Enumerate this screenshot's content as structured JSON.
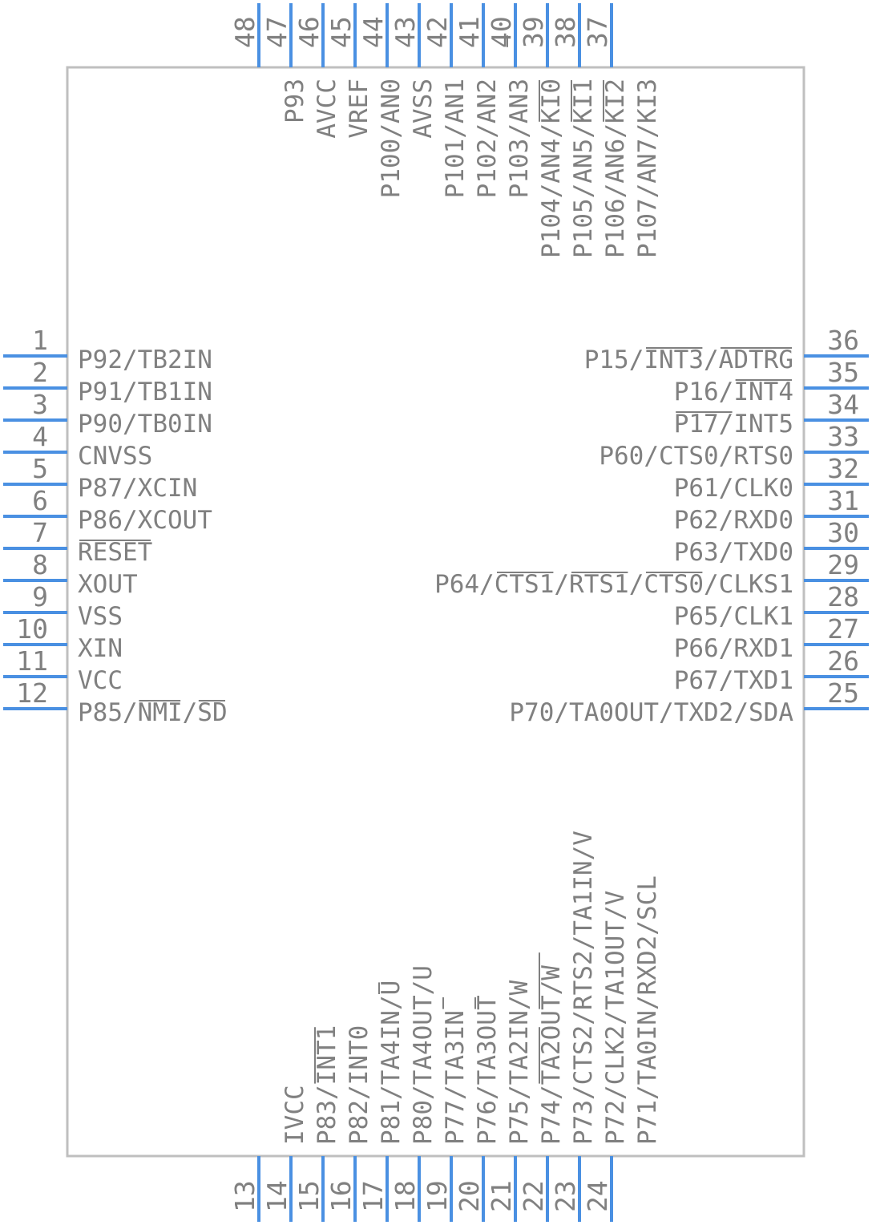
{
  "colors": {
    "pin": "#4a90e2",
    "outline": "#bfbfbf",
    "text": "#808080",
    "background": "#ffffff"
  },
  "pins": {
    "left": [
      {
        "num": "1",
        "label": "P92/TB2IN"
      },
      {
        "num": "2",
        "label": "P91/TB1IN"
      },
      {
        "num": "3",
        "label": "P90/TB0IN"
      },
      {
        "num": "4",
        "label": "CNVSS"
      },
      {
        "num": "5",
        "label": "P87/XCIN"
      },
      {
        "num": "6",
        "label": "P86/XCOUT"
      },
      {
        "num": "7",
        "label": "RESET"
      },
      {
        "num": "8",
        "label": "XOUT"
      },
      {
        "num": "9",
        "label": "VSS"
      },
      {
        "num": "10",
        "label": "XIN"
      },
      {
        "num": "11",
        "label": "VCC"
      },
      {
        "num": "12",
        "label": "P85/NMI/SD"
      }
    ],
    "right": [
      {
        "num": "36",
        "label": "P15/INT3/ADTRG"
      },
      {
        "num": "35",
        "label": "P16/INT4"
      },
      {
        "num": "34",
        "label": "P17/INT5"
      },
      {
        "num": "33",
        "label": "P60/CTS0/RTS0"
      },
      {
        "num": "32",
        "label": "P61/CLK0"
      },
      {
        "num": "31",
        "label": "P62/RXD0"
      },
      {
        "num": "30",
        "label": "P63/TXD0"
      },
      {
        "num": "29",
        "label": "P64/CTS1/RTS1/CTS0/CLKS1"
      },
      {
        "num": "28",
        "label": "P65/CLK1"
      },
      {
        "num": "27",
        "label": "P66/RXD1"
      },
      {
        "num": "26",
        "label": "P67/TXD1"
      },
      {
        "num": "25",
        "label": "P70/TA0OUT/TXD2/SDA"
      }
    ],
    "top": [
      {
        "num": "48",
        "label": ""
      },
      {
        "num": "47",
        "label": "P93"
      },
      {
        "num": "46",
        "label": "AVCC"
      },
      {
        "num": "45",
        "label": "VREF"
      },
      {
        "num": "44",
        "label": "P100/AN0"
      },
      {
        "num": "43",
        "label": "AVSS"
      },
      {
        "num": "42",
        "label": "P101/AN1"
      },
      {
        "num": "41",
        "label": "P102/AN2"
      },
      {
        "num": "40",
        "label": "P103/AN3"
      },
      {
        "num": "39",
        "label": "P104/AN4/KI0"
      },
      {
        "num": "38",
        "label": "P105/AN5/KI1"
      },
      {
        "num": "37",
        "label": "P106/AN6/KI2"
      },
      {
        "num": "",
        "label": "P107/AN7/KI3"
      }
    ],
    "bottom": [
      {
        "num": "13",
        "label": ""
      },
      {
        "num": "14",
        "label": "IVCC"
      },
      {
        "num": "15",
        "label": "P83/INT1"
      },
      {
        "num": "16",
        "label": "P82/INT0"
      },
      {
        "num": "17",
        "label": "P81/TA4IN/U"
      },
      {
        "num": "18",
        "label": "P80/TA4OUT/U"
      },
      {
        "num": "19",
        "label": "P77/TA3IN"
      },
      {
        "num": "20",
        "label": "P76/TA3OUT"
      },
      {
        "num": "21",
        "label": "P75/TA2IN/W"
      },
      {
        "num": "22",
        "label": "P74/TA2OUT/W"
      },
      {
        "num": "23",
        "label": "P73/CTS2/RTS2/TA1IN/V"
      },
      {
        "num": "24",
        "label": "P72/CLK2/TA1OUT/V"
      },
      {
        "num": "",
        "label": "P71/TA0IN/RXD2/SCL"
      }
    ]
  }
}
